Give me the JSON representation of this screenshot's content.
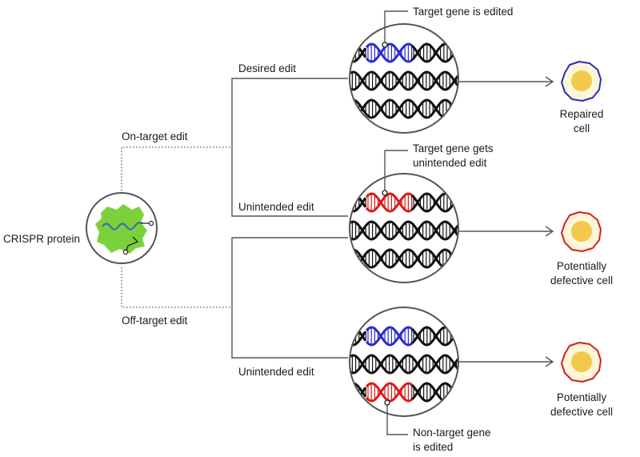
{
  "labels": {
    "crispr_protein": "CRISPR protein",
    "on_target": "On-target edit",
    "off_target": "Off-target edit",
    "desired_edit": "Desired edit",
    "unintended_edit_1": "Unintended edit",
    "unintended_edit_2": "Unintended edit"
  },
  "callouts": {
    "target_edited": "Target gene is edited",
    "target_unintended_1": "Target gene gets",
    "target_unintended_2": "unintended edit",
    "nontarget_1": "Non-target gene",
    "nontarget_2": "is edited"
  },
  "outcomes": [
    {
      "line1": "Repaired",
      "line2": "cell",
      "membrane_color": "#2d2db8"
    },
    {
      "line1": "Potentially",
      "line2": "defective cell",
      "membrane_color": "#d42020"
    },
    {
      "line1": "Potentially",
      "line2": "defective cell",
      "membrane_color": "#d42020"
    }
  ],
  "colors": {
    "dna_normal": "#111111",
    "edit_desired": "#2b2bd0",
    "edit_unintended": "#dd1a1a",
    "protein": "#7cd13a",
    "guide_rna": "#3a6fb0",
    "nucleus": "#f2c94c",
    "cytoplasm": "#fdf6d8"
  },
  "panels": [
    {
      "rows": [
        {
          "highlight": "edit_desired"
        },
        {
          "highlight": null
        },
        {
          "highlight": null
        }
      ]
    },
    {
      "rows": [
        {
          "highlight": "edit_unintended"
        },
        {
          "highlight": null
        },
        {
          "highlight": null
        }
      ]
    },
    {
      "rows": [
        {
          "highlight": "edit_desired"
        },
        {
          "highlight": null
        },
        {
          "highlight": "edit_unintended"
        }
      ]
    }
  ]
}
